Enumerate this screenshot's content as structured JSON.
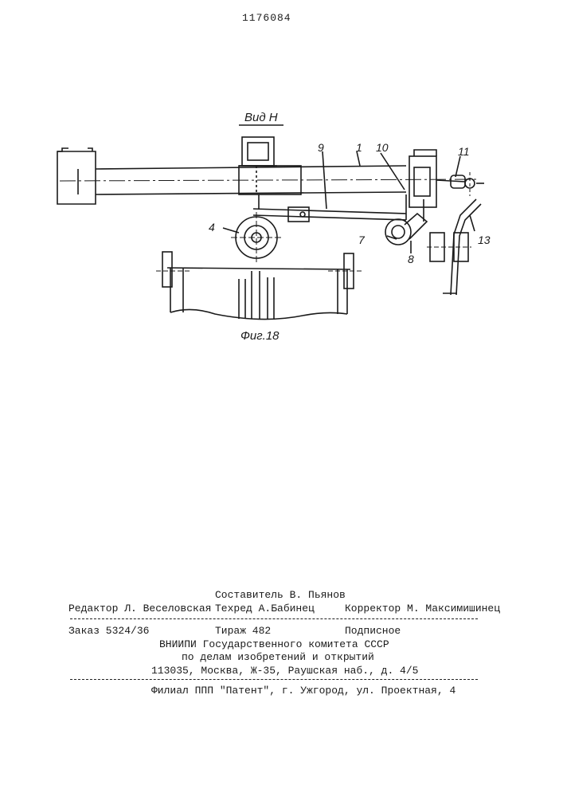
{
  "header": {
    "patent_number": "1176084"
  },
  "drawing": {
    "view_label": "Вид Н",
    "figure_label": "Фиг.18",
    "callouts": [
      "1",
      "4",
      "7",
      "8",
      "9",
      "10",
      "11",
      "13"
    ]
  },
  "imprint": {
    "composer": "Составитель В. Пьянов",
    "editor": "Редактор Л. Веселовская",
    "techred": "Техред А.Бабинец",
    "corrector": "Корректор М. Максимишинец",
    "order": "Заказ 5324/36",
    "circulation": "Тираж 482",
    "subscription": "Подписное",
    "org_line1": "ВНИИПИ Государственного комитета СССР",
    "org_line2": "по делам изобретений и открытий",
    "address": "113035, Москва, Ж-35, Раушская наб., д. 4/5",
    "branch": "Филиал ППП \"Патент\", г. Ужгород, ул. Проектная, 4"
  }
}
